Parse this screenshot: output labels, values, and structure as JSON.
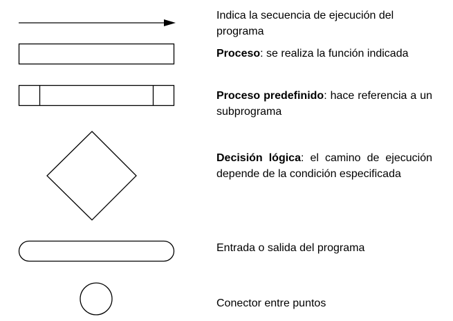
{
  "items": [
    {
      "symbol": "arrow",
      "bold": "",
      "text": "Indica la secuencia de ejecución del programa"
    },
    {
      "symbol": "rectangle",
      "bold": "Proceso",
      "text": ": se realiza la función indicada"
    },
    {
      "symbol": "predefined-process",
      "bold": "Proceso predefinido",
      "text": ": hace referencia a un subprograma"
    },
    {
      "symbol": "diamond",
      "bold": "Decisión lógica",
      "text": ": el camino de ejecución depende de la condición especificada"
    },
    {
      "symbol": "terminal",
      "bold": "",
      "text": "Entrada o salida del programa"
    },
    {
      "symbol": "circle",
      "bold": "",
      "text": "Conector entre puntos"
    }
  ]
}
